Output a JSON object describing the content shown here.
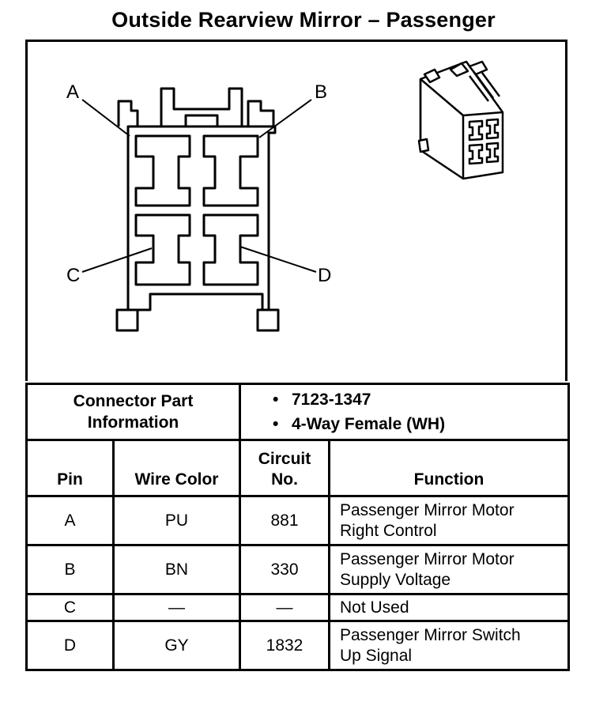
{
  "title": "Outside Rearview Mirror – Passenger",
  "pins_diagram": {
    "labels": [
      "A",
      "B",
      "C",
      "D"
    ]
  },
  "connector_info": {
    "label_line1": "Connector Part",
    "label_line2": "Information",
    "values": [
      "7123-1347",
      "4-Way Female (WH)"
    ],
    "bullet": "•"
  },
  "table": {
    "headers": {
      "pin": "Pin",
      "wire_color": "Wire Color",
      "circuit_line1": "Circuit",
      "circuit_line2": "No.",
      "function": "Function"
    },
    "rows": [
      {
        "pin": "A",
        "wire_color": "PU",
        "circuit": "881",
        "function_line1": "Passenger Mirror Motor",
        "function_line2": "Right Control"
      },
      {
        "pin": "B",
        "wire_color": "BN",
        "circuit": "330",
        "function_line1": "Passenger Mirror Motor",
        "function_line2": "Supply Voltage"
      },
      {
        "pin": "C",
        "wire_color": "—",
        "circuit": "—",
        "function_line1": "Not Used",
        "function_line2": ""
      },
      {
        "pin": "D",
        "wire_color": "GY",
        "circuit": "1832",
        "function_line1": "Passenger Mirror Switch",
        "function_line2": "Up Signal"
      }
    ]
  }
}
